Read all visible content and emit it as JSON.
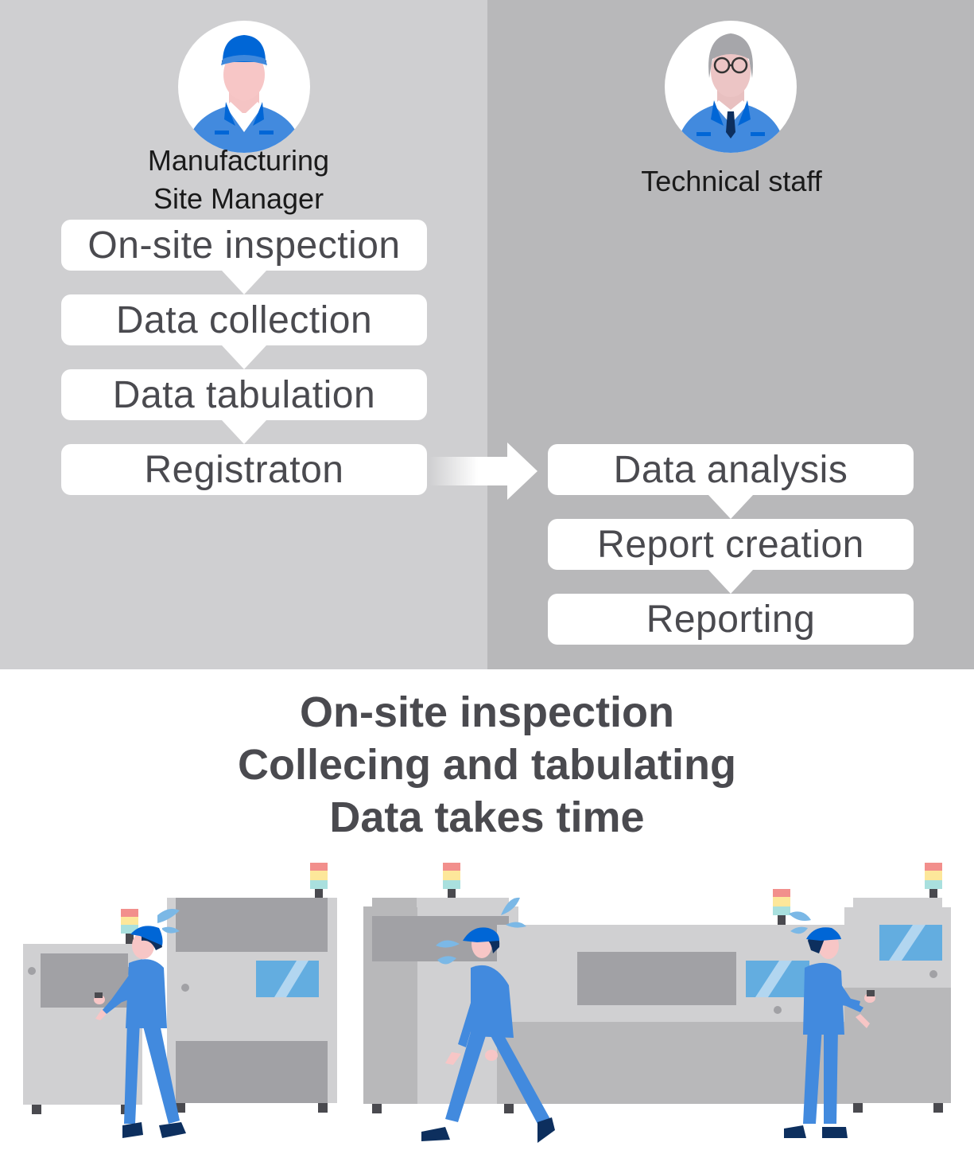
{
  "roles": {
    "left": {
      "label_line1": "Manufacturing",
      "label_line2": "Site Manager",
      "avatar_icon": "worker-avatar-icon"
    },
    "right": {
      "label": "Technical staff",
      "avatar_icon": "engineer-avatar-icon"
    }
  },
  "left_steps": [
    "On-site inspection",
    "Data collection",
    "Data tabulation",
    "Registraton"
  ],
  "right_steps": [
    "Data analysis",
    "Report creation",
    "Reporting"
  ],
  "headline": {
    "line1": "On-site inspection",
    "line2": "Collecing and tabulating",
    "line3": "Data takes time"
  },
  "colors": {
    "left_panel": "#cfcfd1",
    "right_panel": "#b8b8ba",
    "uniform_blue": "#428ade",
    "cap_blue": "#0066d6",
    "text_dark": "#4a4a4f",
    "machine_light": "#d0d0d2",
    "machine_dark": "#a1a1a5",
    "signal_red": "#f28f8c",
    "signal_yellow": "#fde79a",
    "signal_teal": "#a9e0de",
    "sweat": "#7bb8e6"
  }
}
